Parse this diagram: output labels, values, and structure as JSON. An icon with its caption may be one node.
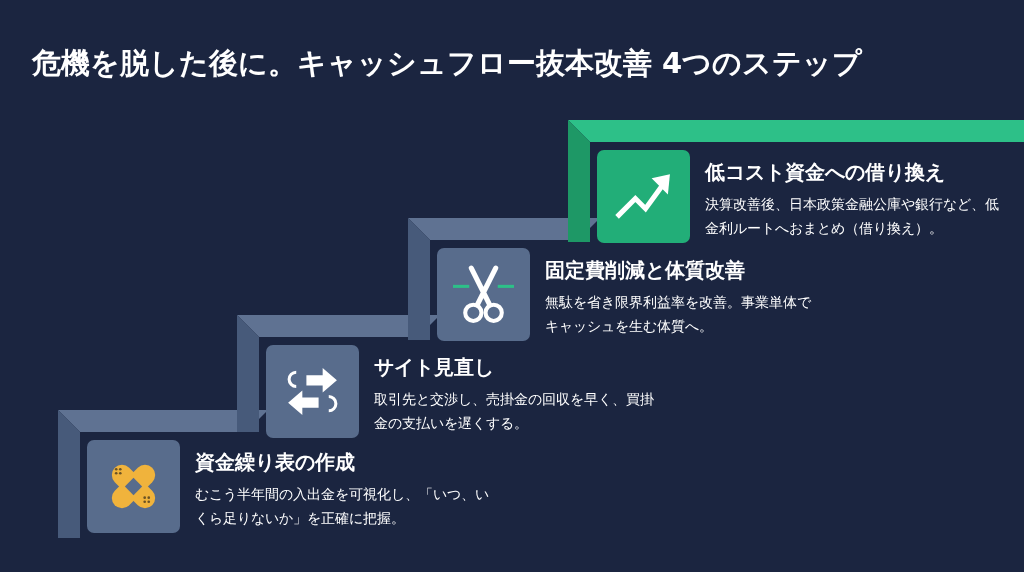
{
  "diagram": {
    "title": "危機を脱した後に。キャッシュフロー抜本改善 4つのステップ",
    "nodes": [
      {
        "text": [
          "資金繰り表の作成",
          "むこう半年間の入出金を可視化し、「いつ、いくら足りないか」を正確に把握。"
        ]
      },
      {
        "text": [
          "サイト見直し",
          "取引先と交渉し、売掛金の回収を早く、買掛金の支払いを遅くする。"
        ]
      },
      {
        "text": [
          "固定費削減と体質改善",
          "無駄を省き限界利益率を改善。事業単体でキャッシュを生む体質へ。"
        ]
      },
      {
        "text": [
          "低コスト資金への借り換え",
          "決算改善後、日本政策金融公庫や銀行など、低金利ルートへおまとめ（借り換え）。"
        ]
      }
    ]
  }
}
